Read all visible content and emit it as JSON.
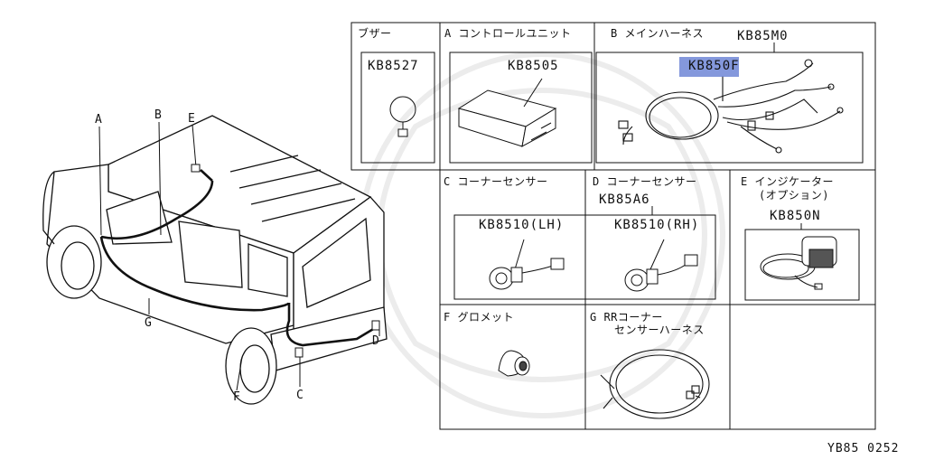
{
  "callouts": {
    "a": "A",
    "b": "B",
    "c": "C",
    "d": "D",
    "e": "E",
    "f": "F",
    "g": "G"
  },
  "parts": {
    "buzzer": {
      "title": "ブザー",
      "code": "KB8527"
    },
    "control": {
      "title": "A コントロールユニット",
      "code": "KB8505"
    },
    "harness": {
      "title": "B メインハーネス",
      "code": "KB85M0",
      "sub_code": "KB850F"
    },
    "sensor_c": {
      "title": "C コーナーセンサー",
      "code": "KB8510(LH)"
    },
    "sensor_d": {
      "title": "D コーナーセンサー",
      "code": "KB8510(RH)",
      "kit_code": "KB85A6"
    },
    "indicator": {
      "title": "E インジケーター",
      "title2": "(オプション)",
      "code": "KB850N"
    },
    "grommet": {
      "title": "F グロメット"
    },
    "rr_harness": {
      "title": "G RRコーナー",
      "title2": "センサーハーネス"
    }
  },
  "diagram_id": "YB85 0252",
  "colors": {
    "highlight": "#6f86d6",
    "line": "#111111"
  }
}
